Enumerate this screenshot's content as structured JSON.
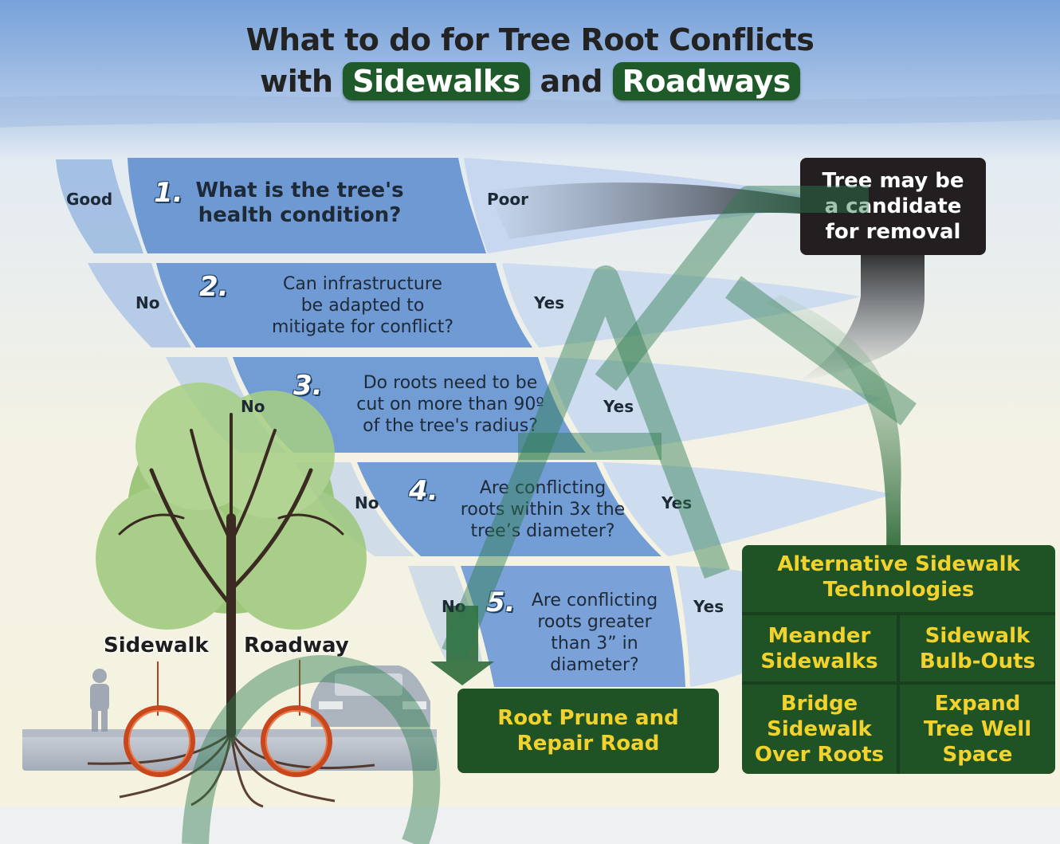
{
  "title": {
    "line1": "What to do for Tree Root Conflicts",
    "line2_pre": "with",
    "highlight1": "Sidewalks",
    "line2_mid": "and",
    "highlight2": "Roadways"
  },
  "steps": [
    {
      "number": "1.",
      "question": [
        "What is the tree's",
        "health condition?"
      ],
      "left_label": "Good",
      "right_label": "Poor"
    },
    {
      "number": "2.",
      "question": [
        "Can infrastructure",
        "be adapted to",
        "mitigate for conflict?"
      ],
      "left_label": "No",
      "right_label": "Yes"
    },
    {
      "number": "3.",
      "question": [
        "Do roots need to be",
        "cut on more than 90º",
        "of the tree's radius?"
      ],
      "left_label": "No",
      "right_label": "Yes"
    },
    {
      "number": "4.",
      "question": [
        "Are conflicting",
        "roots within 3x the",
        "tree’s diameter?"
      ],
      "left_label": "No",
      "right_label": "Yes"
    },
    {
      "number": "5.",
      "question": [
        "Are conflicting",
        "roots greater",
        "than 3” in",
        "diameter?"
      ],
      "left_label": "No",
      "right_label": "Yes"
    }
  ],
  "removal_box": [
    "Tree may be",
    "a candidate",
    "for removal"
  ],
  "prune_box": [
    "Root Prune and",
    "Repair Road"
  ],
  "alternatives": {
    "title": [
      "Alternative Sidewalk",
      "Technologies"
    ],
    "options": [
      [
        "Meander",
        "Sidewalks"
      ],
      [
        "Sidewalk",
        "Bulb-Outs"
      ],
      [
        "Bridge",
        "Sidewalk",
        "Over Roots"
      ],
      [
        "Expand",
        "Tree Well",
        "Space"
      ]
    ]
  },
  "illustration": {
    "sidewalk_label": "Sidewalk",
    "roadway_label": "Roadway"
  },
  "colors": {
    "sky_top": "#7fa6dc",
    "band_dark": "#6f9ad3",
    "band_light": "#c7d7ee",
    "green_box": "#1f5326",
    "yellow_text": "#f2d22c",
    "dark_box": "#231f20",
    "watermark": "#2e7d4f"
  }
}
